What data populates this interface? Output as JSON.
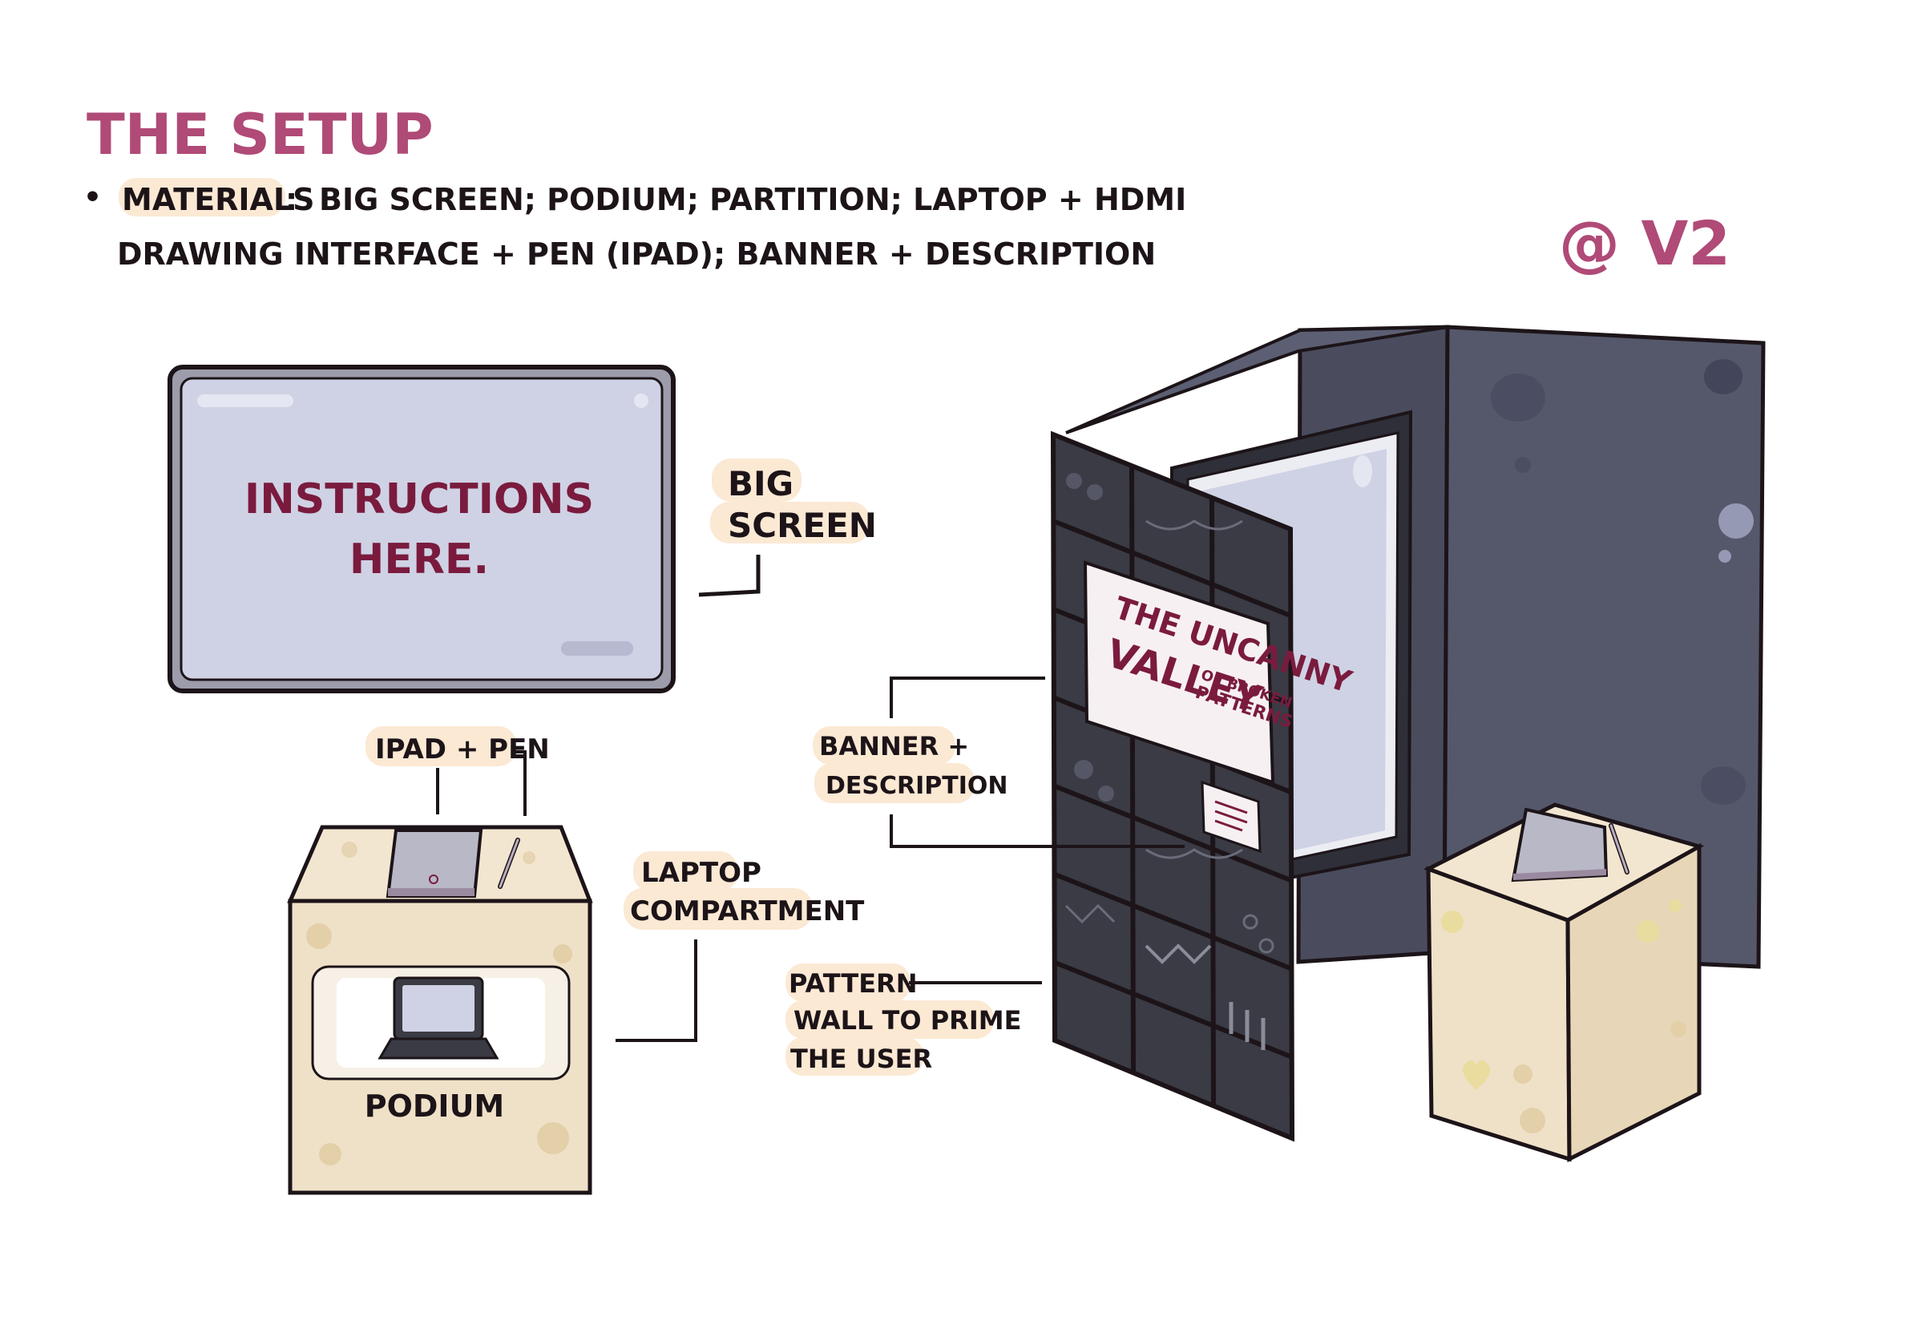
{
  "header": {
    "title": "THE SETUP",
    "version": "@ V2",
    "bullet": "•",
    "materials_label": "MATERIALS",
    "materials_colon": ":",
    "line1": "BIG SCREEN; PODIUM; PARTITION; LAPTOP + HDMI",
    "line2": "DRAWING INTERFACE + PEN (IPAD);  BANNER + DESCRIPTION"
  },
  "screen": {
    "text_line1": "INSTRUCTIONS",
    "text_line2": "HERE."
  },
  "labels": {
    "big_screen_1": "BIG",
    "big_screen_2": "SCREEN",
    "ipad_pen": "IPAD + PEN",
    "laptop_compartment_1": "LAPTOP",
    "laptop_compartment_2": "COMPARTMENT",
    "podium": "PODIUM",
    "banner_1": "BANNER +",
    "banner_2": "DESCRIPTION",
    "pattern_1": "PATTERN",
    "pattern_2": "WALL TO PRIME",
    "pattern_3": "THE USER"
  },
  "banner": {
    "line1": "THE UNCANNY",
    "line2": "VALLEY",
    "sub1": "OF BROKEN",
    "sub2": "PATTERNS"
  },
  "colors": {
    "accent": "#b04a77",
    "banner_text": "#7a1b3e",
    "ink": "#1c1418",
    "screen_fill": "#cfd2e4",
    "screen_frame": "#8f8fa0",
    "podium": "#efe1c8",
    "partition": "#55586b",
    "pattern_wall": "#3a3b44",
    "label_highlight": "#fbe9d4"
  }
}
